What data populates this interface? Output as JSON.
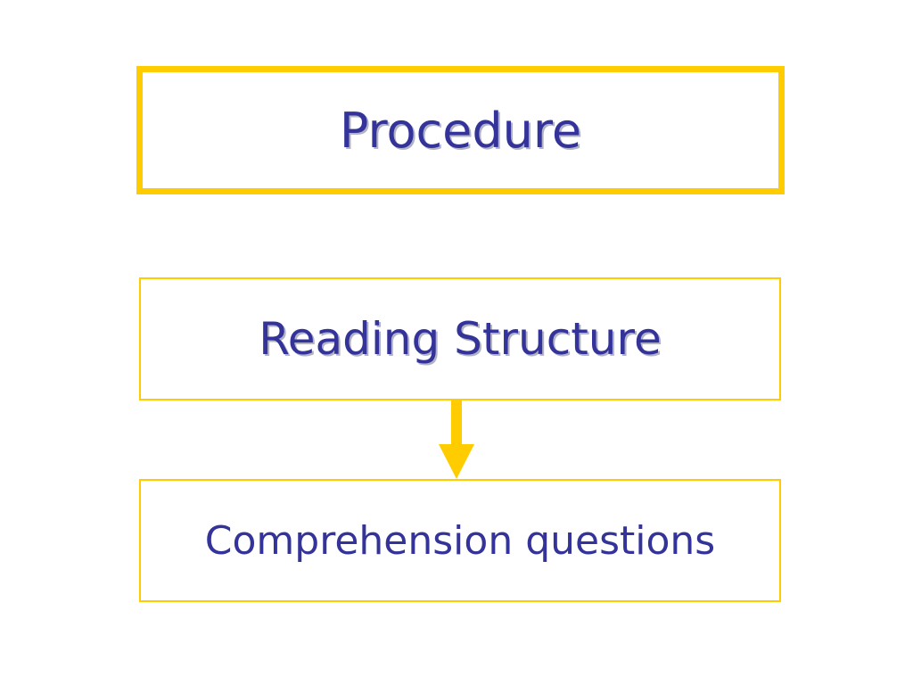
{
  "diagram": {
    "title": "Procedure",
    "steps": [
      {
        "label": "Reading Structure"
      },
      {
        "label": "Comprehension questions"
      }
    ]
  },
  "colors": {
    "box_border": "#ffcc00",
    "arrow": "#ffcc00",
    "text": "#333399",
    "background": "#ffffff"
  }
}
